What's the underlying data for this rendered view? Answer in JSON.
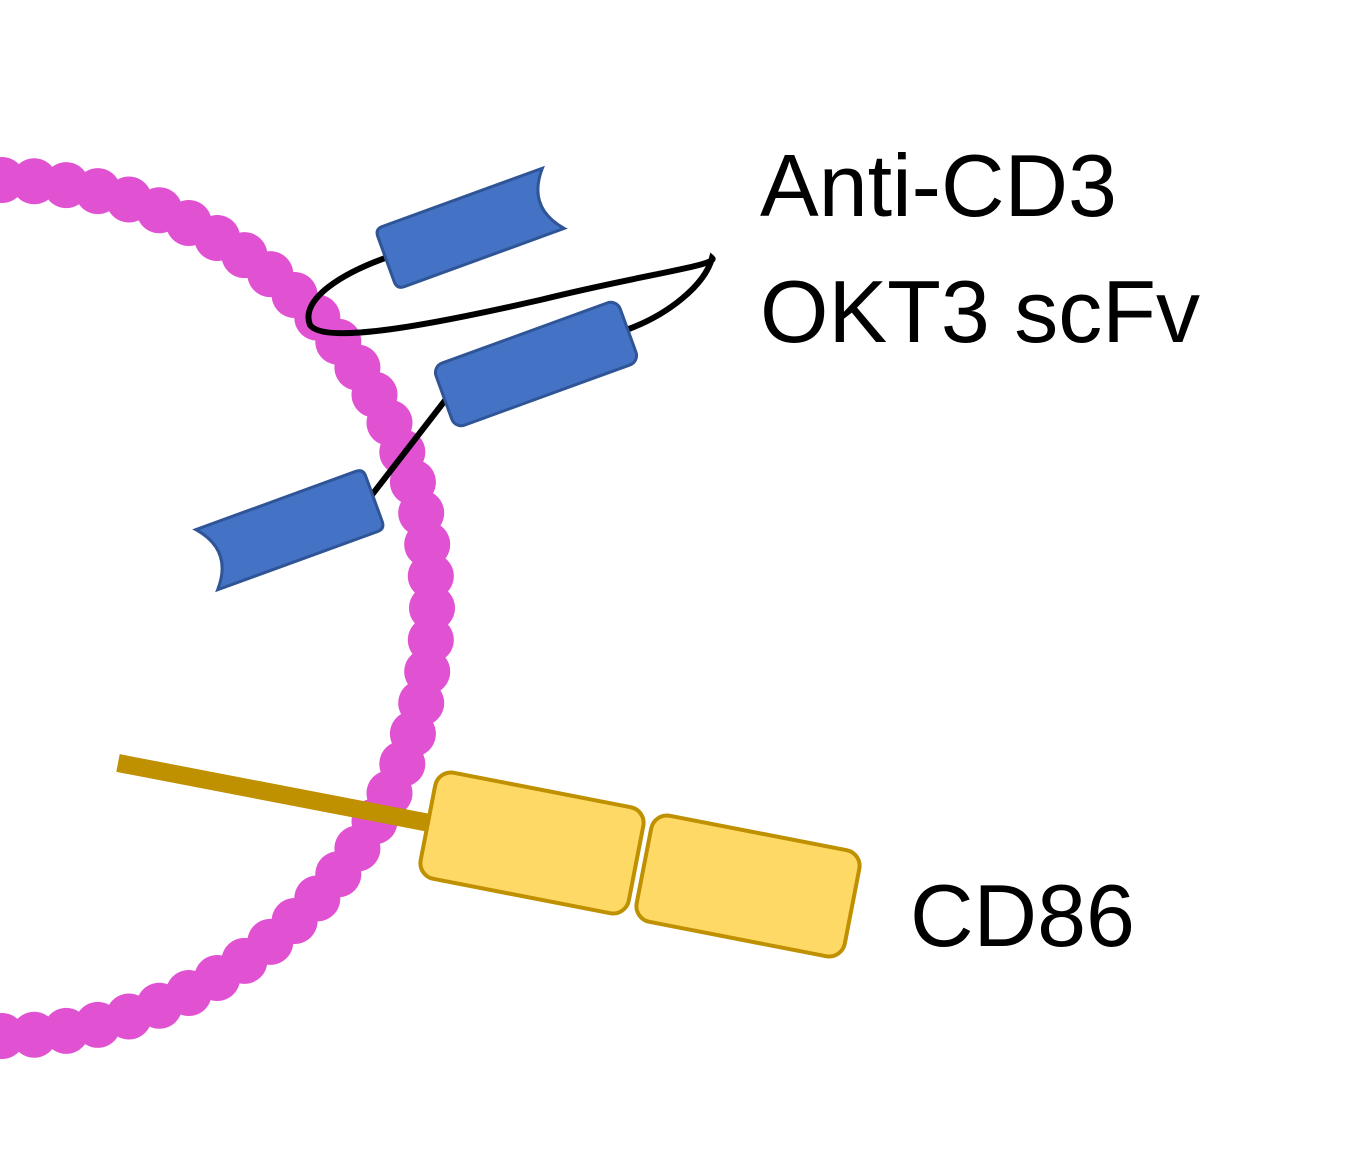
{
  "labels": {
    "scfv_line1": "Anti-CD3",
    "scfv_line2": "OKT3 scFv",
    "cd86": "CD86"
  },
  "colors": {
    "membrane_beads": "#e052d2",
    "scfv_fill": "#4472c4",
    "scfv_stroke": "#2f5597",
    "linker": "#000000",
    "cd86_fill": "#ffd966",
    "cd86_stroke": "#bf9000",
    "cd86_stalk": "#bf9000"
  }
}
